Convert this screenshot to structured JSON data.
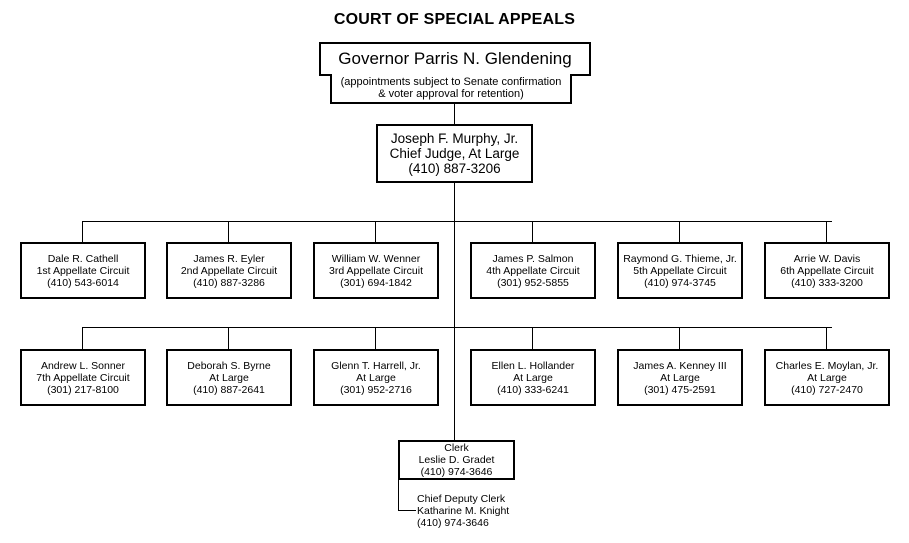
{
  "title": "COURT OF SPECIAL APPEALS",
  "governor": {
    "name": "Governor Parris N. Glendening",
    "note_line1": "(appointments subject to Senate confirmation",
    "note_line2": "& voter approval for retention)"
  },
  "chief_judge": {
    "name": "Joseph F. Murphy, Jr.",
    "role": "Chief Judge, At Large",
    "phone": "(410) 887-3206"
  },
  "row1": [
    {
      "name": "Dale R. Cathell",
      "role": "1st Appellate Circuit",
      "phone": "(410) 543-6014"
    },
    {
      "name": "James R. Eyler",
      "role": "2nd Appellate Circuit",
      "phone": "(410) 887-3286"
    },
    {
      "name": "William W. Wenner",
      "role": "3rd Appellate Circuit",
      "phone": "(301) 694-1842"
    },
    {
      "name": "James P. Salmon",
      "role": "4th Appellate Circuit",
      "phone": "(301) 952-5855"
    },
    {
      "name": "Raymond G. Thieme, Jr.",
      "role": "5th Appellate Circuit",
      "phone": "(410) 974-3745"
    },
    {
      "name": "Arrie W. Davis",
      "role": "6th Appellate Circuit",
      "phone": "(410) 333-3200"
    }
  ],
  "row2": [
    {
      "name": "Andrew L. Sonner",
      "role": "7th Appellate Circuit",
      "phone": "(301) 217-8100"
    },
    {
      "name": "Deborah S. Byrne",
      "role": "At Large",
      "phone": "(410) 887-2641"
    },
    {
      "name": "Glenn T. Harrell, Jr.",
      "role": "At Large",
      "phone": "(301) 952-2716"
    },
    {
      "name": "Ellen L. Hollander",
      "role": "At Large",
      "phone": "(410) 333-6241"
    },
    {
      "name": "James A. Kenney III",
      "role": "At Large",
      "phone": "(301) 475-2591"
    },
    {
      "name": "Charles E. Moylan, Jr.",
      "role": "At Large",
      "phone": "(410) 727-2470"
    }
  ],
  "clerk": {
    "role": "Clerk",
    "name": "Leslie D. Gradet",
    "phone": "(410) 974-3646"
  },
  "deputy_clerk": {
    "role": "Chief Deputy Clerk",
    "name": "Katharine M. Knight",
    "phone": "(410) 974-3646"
  }
}
